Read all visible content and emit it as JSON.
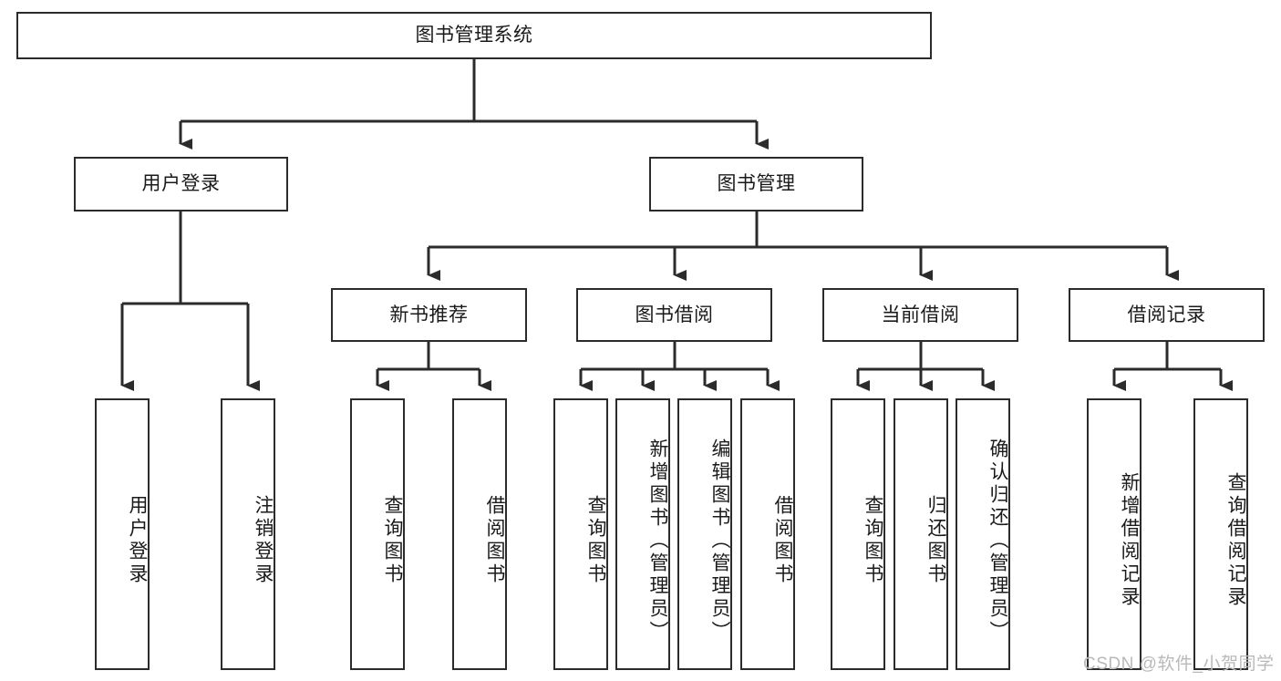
{
  "diagram": {
    "title": "图书管理系统",
    "type": "tree-hierarchy-chart",
    "colors": {
      "stroke": "#2b2b2b",
      "fill": "#ffffff",
      "text": "#1a1a1a",
      "watermark": "#b9b9b9"
    },
    "nodes": {
      "root": {
        "label": "图书管理系统"
      },
      "level2": [
        {
          "label": "用户登录"
        },
        {
          "label": "图书管理"
        }
      ],
      "level3": [
        {
          "label": "新书推荐"
        },
        {
          "label": "图书借阅"
        },
        {
          "label": "当前借阅"
        },
        {
          "label": "借阅记录"
        }
      ],
      "leaves_user_login": [
        {
          "label": "用户登录"
        },
        {
          "label": "注销登录"
        }
      ],
      "leaves_new_book": [
        {
          "label": "查询图书"
        },
        {
          "label": "借阅图书"
        }
      ],
      "leaves_borrow": [
        {
          "label": "查询图书"
        },
        {
          "label": "新增图书（管理员）"
        },
        {
          "label": "编辑图书（管理员）"
        },
        {
          "label": "借阅图书"
        }
      ],
      "leaves_current": [
        {
          "label": "查询图书"
        },
        {
          "label": "归还图书"
        },
        {
          "label": "确认归还（管理员）"
        }
      ],
      "leaves_record": [
        {
          "label": "新增借阅记录"
        },
        {
          "label": "查询借阅记录"
        }
      ]
    },
    "watermark": "CSDN @软件_小贺同学"
  }
}
